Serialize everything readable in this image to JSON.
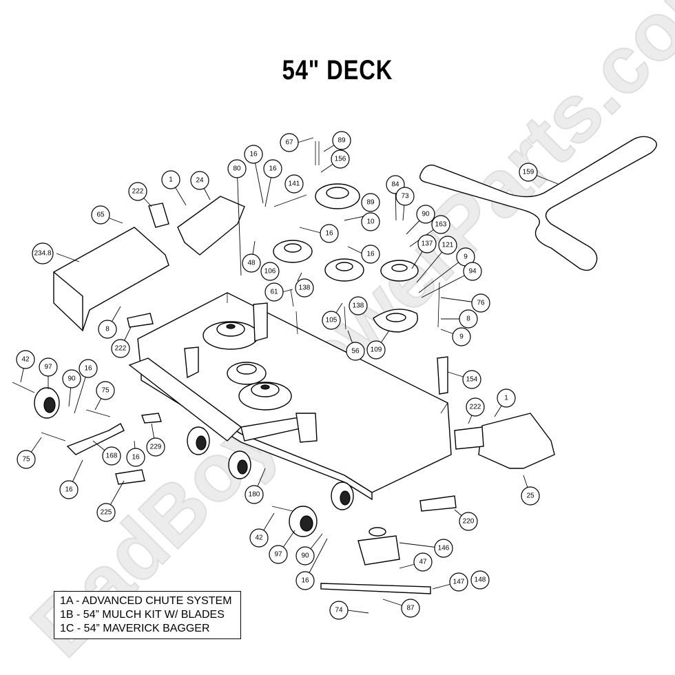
{
  "title": "54\" DECK",
  "watermark": "BadBoyMowerParts.com",
  "legend": [
    "1A - ADVANCED CHUTE SYSTEM",
    "1B - 54” MULCH KIT W/ BLADES",
    "1C - 54” MAVERICK BAGGER"
  ],
  "callouts": [
    {
      "id": "67",
      "label": "67"
    },
    {
      "id": "89a",
      "label": "89"
    },
    {
      "id": "156",
      "label": "156"
    },
    {
      "id": "159",
      "label": "159"
    },
    {
      "id": "16a",
      "label": "16"
    },
    {
      "id": "16b",
      "label": "16"
    },
    {
      "id": "80",
      "label": "80"
    },
    {
      "id": "141",
      "label": "141"
    },
    {
      "id": "1a",
      "label": "1"
    },
    {
      "id": "24",
      "label": "24"
    },
    {
      "id": "222a",
      "label": "222"
    },
    {
      "id": "65",
      "label": "65"
    },
    {
      "id": "84",
      "label": "84"
    },
    {
      "id": "73",
      "label": "73"
    },
    {
      "id": "89b",
      "label": "89"
    },
    {
      "id": "10",
      "label": "10"
    },
    {
      "id": "90a",
      "label": "90"
    },
    {
      "id": "163",
      "label": "163"
    },
    {
      "id": "16c",
      "label": "16"
    },
    {
      "id": "16d",
      "label": "16"
    },
    {
      "id": "137",
      "label": "137"
    },
    {
      "id": "121",
      "label": "121"
    },
    {
      "id": "9a",
      "label": "9"
    },
    {
      "id": "94",
      "label": "94"
    },
    {
      "id": "234.8",
      "label": "234.8"
    },
    {
      "id": "48",
      "label": "48"
    },
    {
      "id": "106",
      "label": "106"
    },
    {
      "id": "138a",
      "label": "138"
    },
    {
      "id": "61",
      "label": "61"
    },
    {
      "id": "138b",
      "label": "138"
    },
    {
      "id": "76",
      "label": "76"
    },
    {
      "id": "8a",
      "label": "8"
    },
    {
      "id": "105",
      "label": "105"
    },
    {
      "id": "8b",
      "label": "8"
    },
    {
      "id": "9b",
      "label": "9"
    },
    {
      "id": "222b",
      "label": "222"
    },
    {
      "id": "56",
      "label": "56"
    },
    {
      "id": "109",
      "label": "109"
    },
    {
      "id": "42a",
      "label": "42"
    },
    {
      "id": "97a",
      "label": "97"
    },
    {
      "id": "16e",
      "label": "16"
    },
    {
      "id": "90b",
      "label": "90"
    },
    {
      "id": "154",
      "label": "154"
    },
    {
      "id": "75a",
      "label": "75"
    },
    {
      "id": "1b",
      "label": "1"
    },
    {
      "id": "222c",
      "label": "222"
    },
    {
      "id": "229",
      "label": "229"
    },
    {
      "id": "75b",
      "label": "75"
    },
    {
      "id": "168",
      "label": "168"
    },
    {
      "id": "16f",
      "label": "16"
    },
    {
      "id": "16g",
      "label": "16"
    },
    {
      "id": "25",
      "label": "25"
    },
    {
      "id": "225",
      "label": "225"
    },
    {
      "id": "180",
      "label": "180"
    },
    {
      "id": "220",
      "label": "220"
    },
    {
      "id": "42b",
      "label": "42"
    },
    {
      "id": "146",
      "label": "146"
    },
    {
      "id": "97b",
      "label": "97"
    },
    {
      "id": "90c",
      "label": "90"
    },
    {
      "id": "47",
      "label": "47"
    },
    {
      "id": "16h",
      "label": "16"
    },
    {
      "id": "147",
      "label": "147"
    },
    {
      "id": "148",
      "label": "148"
    },
    {
      "id": "74",
      "label": "74"
    },
    {
      "id": "87",
      "label": "87"
    }
  ]
}
